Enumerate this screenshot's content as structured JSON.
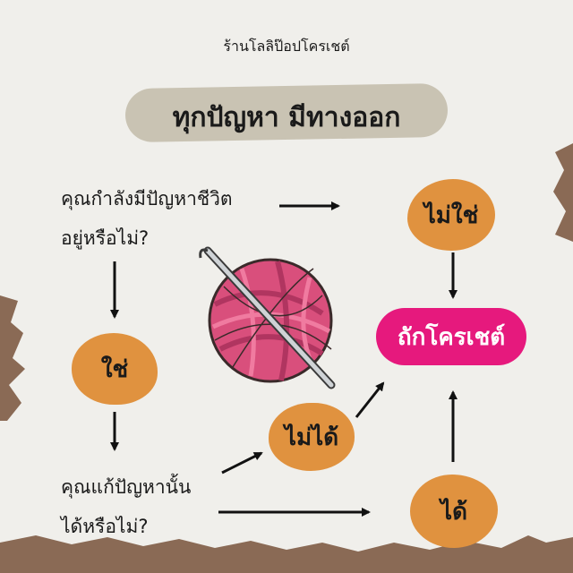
{
  "shop_name": "ร้านโลลิป๊อปโครเชต์",
  "title": "ทุกปัญหา มีทางออก",
  "question1": {
    "line1": "คุณกำลังมีปัญหาชีวิต",
    "line2": "อยู่หรือไม่?"
  },
  "question2": {
    "line1": "คุณแก้ปัญหานั้น",
    "line2": "ได้หรือไม่?"
  },
  "answers": {
    "no": "ไม่ใช่",
    "yes": "ใช่",
    "cannot": "ไม่ได้",
    "can": "ได้"
  },
  "result": "ถักโครเชต์",
  "colors": {
    "orange": "#e0923f",
    "pink": "#e6197d",
    "title_pill": "#c9c3b3",
    "yarn": "#d94f7c"
  },
  "icons": [
    "yarn-ball-icon",
    "crochet-hook-icon"
  ]
}
